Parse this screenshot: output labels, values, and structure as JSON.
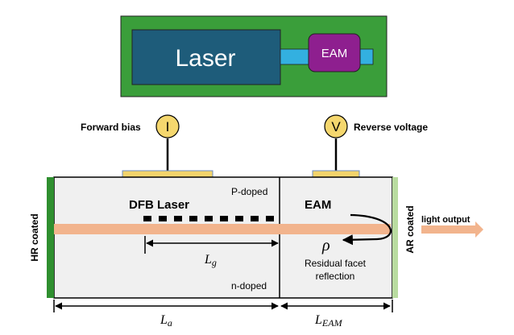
{
  "top_schematic": {
    "laser_label": "Laser",
    "eam_label": "EAM",
    "colors": {
      "substrate": "#3a9e3a",
      "laser_block": "#1e5c7a",
      "waveguide": "#33b0e0",
      "eam_block": "#8e1f8f"
    }
  },
  "diagram": {
    "forward_bias_label": "Forward bias",
    "current_meter_symbol": "I",
    "reverse_voltage_label": "Reverse voltage",
    "voltage_meter_symbol": "V",
    "hr_coated_label": "HR coated",
    "ar_coated_label": "AR coated",
    "p_doped_label": "P-doped",
    "n_doped_label": "n-doped",
    "dfb_laser_label": "DFB Laser",
    "eam_label": "EAM",
    "light_output_label": "light output",
    "rho_symbol": "ρ",
    "residual_facet_line1": "Residual facet",
    "residual_facet_line2": "reflection",
    "lg_main": "L",
    "lg_sub": "g",
    "la_main": "L",
    "la_sub": "a",
    "leam_main": "L",
    "leam_sub": "EAM",
    "colors": {
      "meter_fill": "#f5d76e",
      "contact_pad": "#f3d46b",
      "contact_border": "#6b8ec4",
      "beam": "#f2b48d",
      "hr_coating": "#2f8f2f",
      "ar_coating": "#b9dca0",
      "chip_fill": "#f0f0f0"
    }
  }
}
